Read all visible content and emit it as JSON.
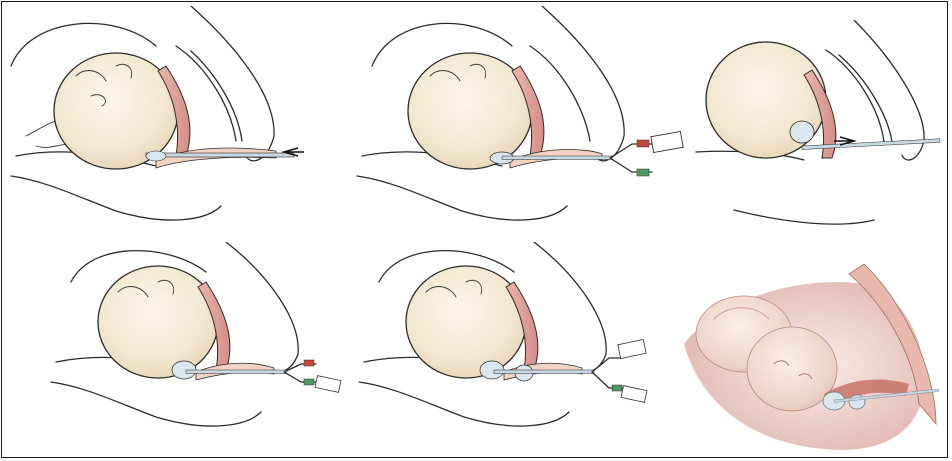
{
  "colors": {
    "border": "#1a1a1a",
    "outline": "#2b2b2b",
    "head_fill": "#f4ead6",
    "tissue_pink": "#dc9a93",
    "tissue_light": "#f1d2c3",
    "catheter": "#c9d8e0",
    "balloon": "#dbe7ee",
    "valve_red": "#c8473d",
    "valve_green": "#4e9a66",
    "syringe": "#ffffff"
  },
  "panels": [
    {
      "id": "step-1",
      "variant": "insert"
    },
    {
      "id": "step-2",
      "variant": "inflate"
    },
    {
      "id": "step-3",
      "variant": "traction"
    },
    {
      "id": "step-4",
      "variant": "inflate-lower"
    },
    {
      "id": "step-5",
      "variant": "double"
    },
    {
      "id": "step-6",
      "variant": "illustration"
    }
  ]
}
